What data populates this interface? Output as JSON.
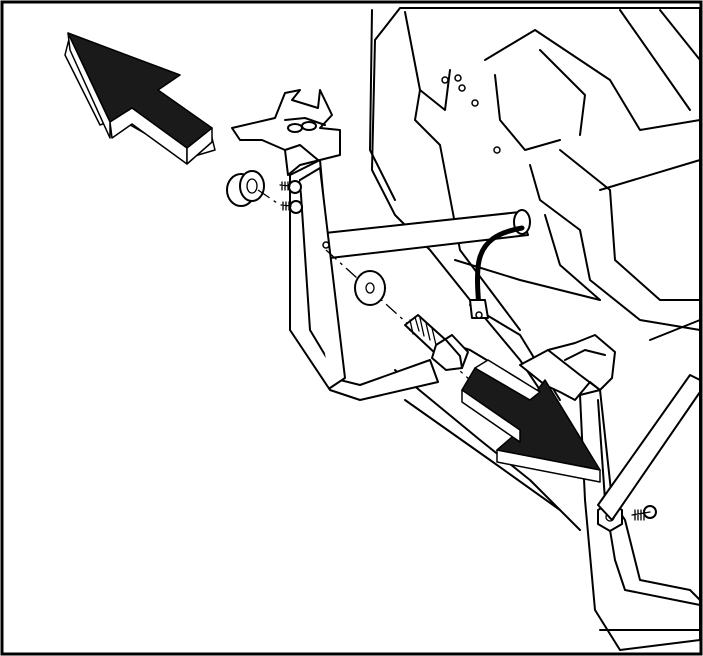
{
  "figure": {
    "description_text": "",
    "arrows": [
      {
        "name": "remove-arrow-upper-left",
        "direction": "up-left"
      },
      {
        "name": "remove-arrow-lower-right",
        "direction": "down-right"
      }
    ],
    "colors": {
      "line": "#000000",
      "fill": "#ffffff",
      "arrow": "#1a1a1a"
    }
  }
}
